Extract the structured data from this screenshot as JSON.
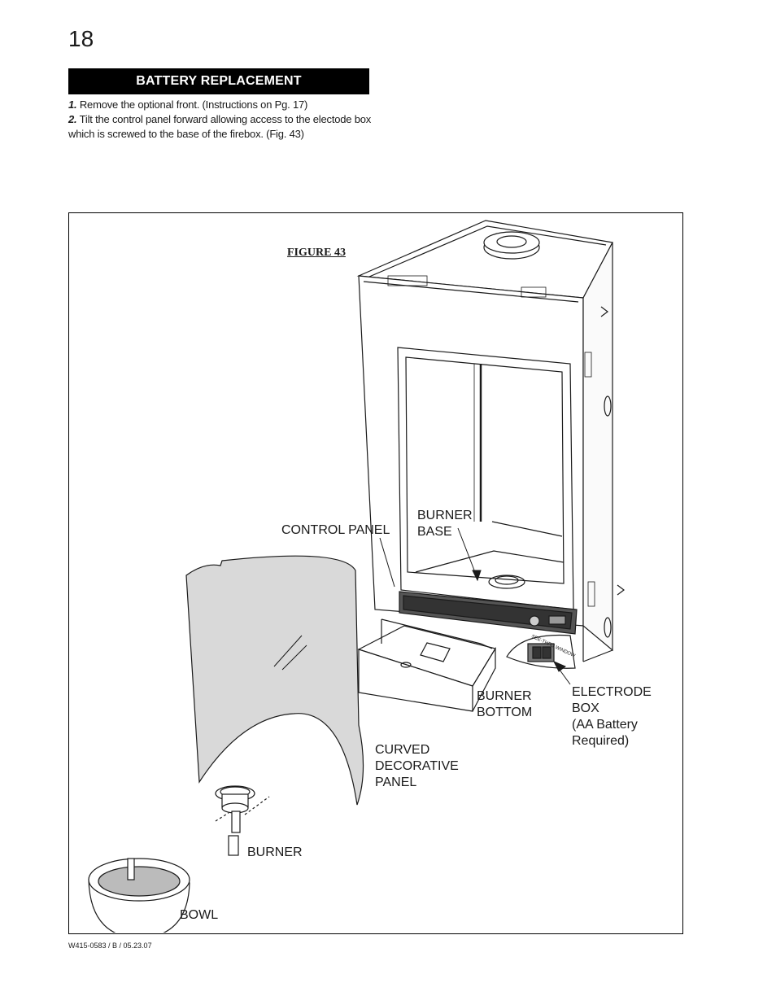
{
  "page_number": "18",
  "section_title": "BATTERY REPLACEMENT",
  "steps": [
    {
      "num": "1.",
      "text": " Remove the optional front.  (Instructions on Pg. 17)"
    },
    {
      "num": "2.",
      "text": " Tilt the control panel forward allowing access to the electode box which is screwed to the base of the firebox.  (Fig. 43)"
    }
  ],
  "figure": {
    "title": "FIGURE 43",
    "labels": {
      "control_panel": "CONTROL PANEL",
      "burner_base": [
        "BURNER",
        "BASE"
      ],
      "burner_bottom": [
        "BURNER",
        "BOTTOM"
      ],
      "electrode_box": [
        "ELECTRODE",
        "BOX",
        "(AA Battery",
        "Required)"
      ],
      "curved_panel": [
        "CURVED",
        "DECORATIVE",
        "PANEL"
      ],
      "burner": "BURNER",
      "bowl": "BOWL"
    },
    "window_text": "SEE-THRU WINDOW"
  },
  "doc_code": "W415-0583 / B / 05.23.07"
}
